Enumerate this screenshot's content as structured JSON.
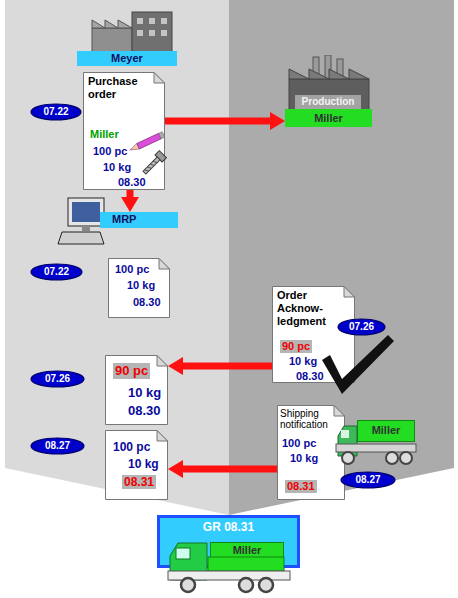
{
  "diagram": {
    "nodes": [
      {
        "text": [
          "Meyer"
        ]
      },
      {
        "text": [
          "07.22"
        ]
      },
      {
        "text": [
          "Purchase order",
          "Miller",
          "100 pc",
          "10 kg",
          "08.30"
        ]
      },
      {
        "text": [
          "Production",
          "Miller"
        ]
      },
      {
        "text": [
          "MRP"
        ]
      },
      {
        "text": [
          "07.22"
        ]
      },
      {
        "text": [
          "100 pc",
          "10 kg",
          "08.30"
        ]
      },
      {
        "text": [
          "Order Acknow- ledgment",
          "90 pc",
          "10 kg",
          "08.30"
        ]
      },
      {
        "text": [
          "07.26"
        ]
      },
      {
        "text": [
          "07.26"
        ]
      },
      {
        "text": [
          "90 pc",
          "10 kg",
          "08.30"
        ]
      },
      {
        "text": [
          "Shipping notification",
          "100 pc",
          "10 kg",
          "08.31"
        ]
      },
      {
        "text": [
          "Miller"
        ]
      },
      {
        "text": [
          "08.27"
        ]
      },
      {
        "text": [
          "08.27"
        ]
      },
      {
        "text": [
          "100 pc",
          "10 kg",
          "08.31"
        ]
      },
      {
        "text": [
          "GR 08.31"
        ]
      },
      {
        "text": [
          "Miller"
        ],
        "in": 16
      }
    ],
    "edges": [
      {
        "from": 2,
        "to": 3,
        "arrow": "to"
      },
      {
        "from": 2,
        "to": 4,
        "arrow": "to"
      },
      {
        "from": 7,
        "to": 10,
        "arrow": "to"
      },
      {
        "from": 11,
        "to": 15,
        "arrow": "to"
      }
    ]
  }
}
